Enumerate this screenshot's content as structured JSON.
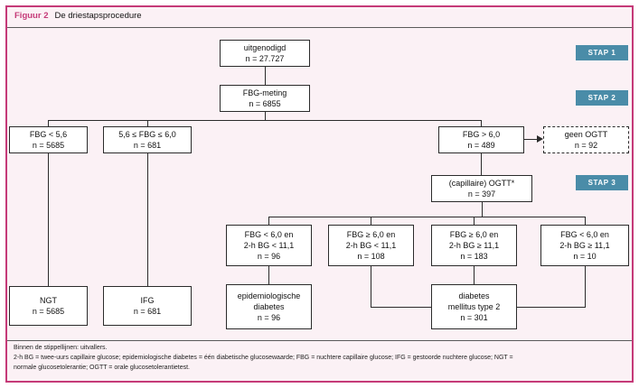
{
  "figure": {
    "label": "Figuur 2",
    "title": "De driestapsprocedure"
  },
  "steps": [
    {
      "label": "STAP 1"
    },
    {
      "label": "STAP 2"
    },
    {
      "label": "STAP 3"
    }
  ],
  "nodes": {
    "uitgenodigd": {
      "line1": "uitgenodigd",
      "line2": "n = 27.727"
    },
    "fbg_meting": {
      "line1": "FBG-meting",
      "line2": "n = 6855"
    },
    "fbg_lt_56": {
      "line1": "FBG < 5,6",
      "line2": "n = 5685"
    },
    "fbg_56_60": {
      "line1": "5,6 ≤ FBG ≤ 6,0",
      "line2": "n = 681"
    },
    "fbg_gt_60": {
      "line1": "FBG > 6,0",
      "line2": "n = 489"
    },
    "geen_ogtt": {
      "line1": "geen OGTT",
      "line2": "n = 92"
    },
    "ogtt": {
      "line1": "(capillaire) OGTT*",
      "line2": "n = 397"
    },
    "outcome1": {
      "line1": "FBG < 6,0 en",
      "line2": "2-h BG < 11,1",
      "line3": "n = 96"
    },
    "outcome2": {
      "line1": "FBG ≥ 6,0 en",
      "line2": "2-h BG < 11,1",
      "line3": "n = 108"
    },
    "outcome3": {
      "line1": "FBG ≥ 6,0 en",
      "line2": "2-h BG ≥ 11,1",
      "line3": "n = 183"
    },
    "outcome4": {
      "line1": "FBG < 6,0 en",
      "line2": "2-h BG ≥ 11,1",
      "line3": "n = 10"
    },
    "ngt": {
      "line1": "NGT",
      "line2": "n = 5685"
    },
    "ifg": {
      "line1": "IFG",
      "line2": "n = 681"
    },
    "epi_diabetes": {
      "line1": "epidemiologische",
      "line2": "diabetes",
      "line3": "n = 96"
    },
    "dm2": {
      "line1": "diabetes",
      "line2": "mellitus type 2",
      "line3": "n = 301"
    }
  },
  "footnotes": {
    "line1": "Binnen de stippellijnen: uitvallers.",
    "line2": "2-h BG = twee-uurs capillaire glucose; epidemiologische diabetes = één diabetische glucosewaarde; FBG = nuchtere capillaire glucose; IFG = gestoorde nuchtere glucose; NGT =",
    "line3": "normale glucosetolerantie; OGTT = orale glucosetolerantietest."
  },
  "colors": {
    "frame_border": "#c53a78",
    "figure_label": "#c53a78",
    "background": "#fbf1f5",
    "step_badge": "#4a8ca8",
    "line": "#2b2b2b"
  }
}
